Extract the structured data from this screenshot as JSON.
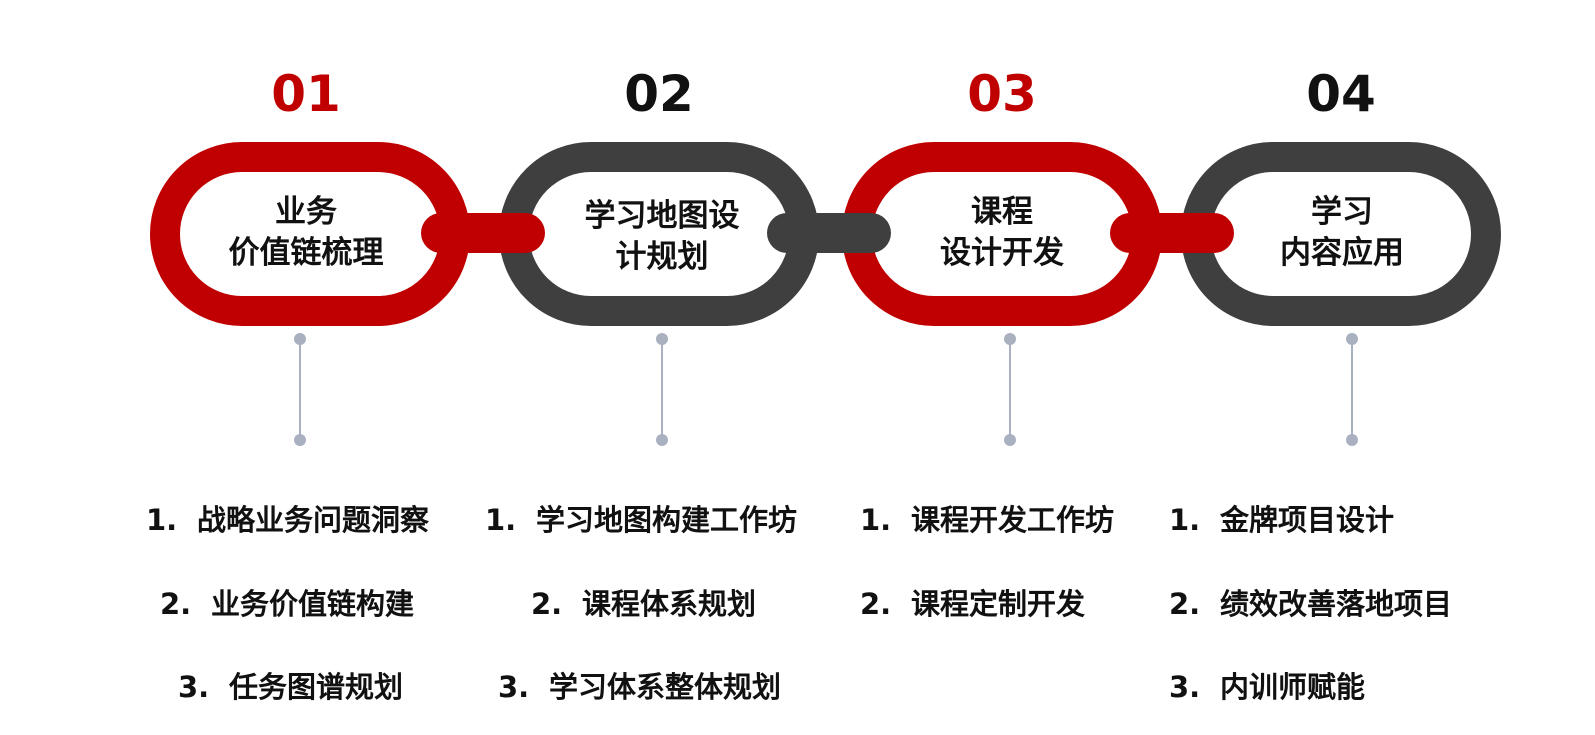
{
  "colors": {
    "red": "#c00000",
    "dark": "#3f3f3f",
    "connector": "#a9b0c0"
  },
  "stages": [
    {
      "number": "01",
      "color": "red",
      "title_lines": [
        "业务",
        "价值链梳理"
      ],
      "items": [
        {
          "index": "1.",
          "text": "战略业务问题洞察"
        },
        {
          "index": "2.",
          "text": "业务价值链构建"
        },
        {
          "index": "3.",
          "text": "任务图谱规划"
        }
      ]
    },
    {
      "number": "02",
      "color": "dark",
      "title_lines": [
        "学习地图设",
        "计规划"
      ],
      "items": [
        {
          "index": "1.",
          "text": "学习地图构建工作坊"
        },
        {
          "index": "2.",
          "text": "课程体系规划"
        },
        {
          "index": "3.",
          "text": "学习体系整体规划"
        }
      ]
    },
    {
      "number": "03",
      "color": "red",
      "title_lines": [
        "课程",
        "设计开发"
      ],
      "items": [
        {
          "index": "1.",
          "text": "课程开发工作坊"
        },
        {
          "index": "2.",
          "text": "课程定制开发"
        }
      ]
    },
    {
      "number": "04",
      "color": "dark",
      "title_lines": [
        "学习",
        "内容应用"
      ],
      "items": [
        {
          "index": "1.",
          "text": "金牌项目设计"
        },
        {
          "index": "2.",
          "text": "绩效改善落地项目"
        },
        {
          "index": "3.",
          "text": "内训师赋能"
        }
      ]
    }
  ]
}
